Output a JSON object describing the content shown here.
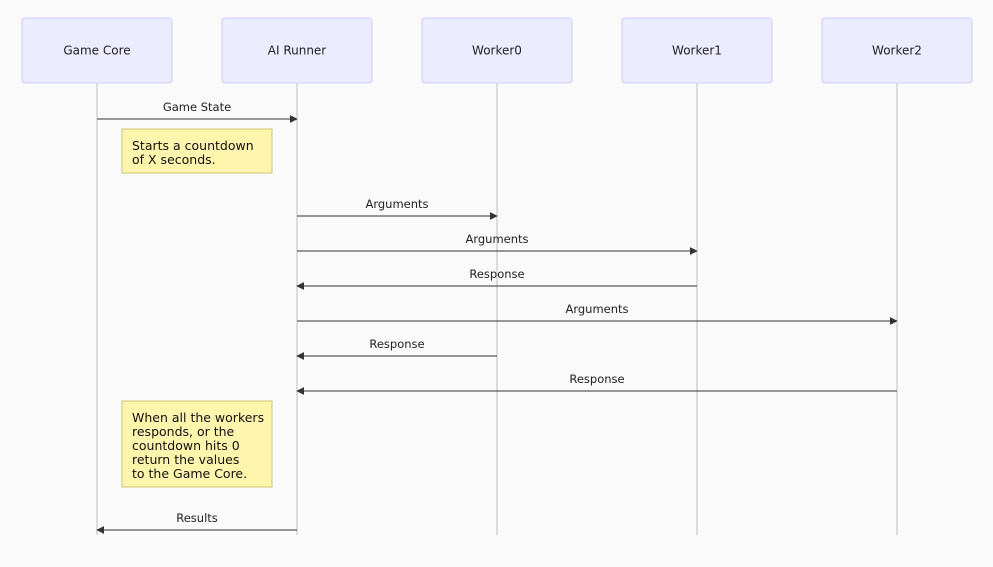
{
  "diagram": {
    "type": "sequence",
    "colors": {
      "actor_fill": "#ececff",
      "actor_border": "#ccccff",
      "note_fill": "#fff5ad",
      "note_border": "#c8c86e",
      "lifeline": "#bdbdbd",
      "arrow": "#333333",
      "background": "#fafafa"
    },
    "participants": [
      {
        "id": "core",
        "label": "Game Core"
      },
      {
        "id": "runner",
        "label": "AI Runner"
      },
      {
        "id": "w0",
        "label": "Worker0"
      },
      {
        "id": "w1",
        "label": "Worker1"
      },
      {
        "id": "w2",
        "label": "Worker2"
      }
    ],
    "steps": [
      {
        "kind": "message",
        "from": "core",
        "to": "runner",
        "label": "Game State"
      },
      {
        "kind": "note",
        "over": "core",
        "lines": [
          "Starts a countdown",
          "of X seconds."
        ]
      },
      {
        "kind": "message",
        "from": "runner",
        "to": "w0",
        "label": "Arguments"
      },
      {
        "kind": "message",
        "from": "runner",
        "to": "w1",
        "label": "Arguments"
      },
      {
        "kind": "message",
        "from": "w1",
        "to": "runner",
        "label": "Response"
      },
      {
        "kind": "message",
        "from": "runner",
        "to": "w2",
        "label": "Arguments"
      },
      {
        "kind": "message",
        "from": "w0",
        "to": "runner",
        "label": "Response"
      },
      {
        "kind": "message",
        "from": "w2",
        "to": "runner",
        "label": "Response"
      },
      {
        "kind": "note",
        "over": "core",
        "lines": [
          "When all the workers",
          "responds, or the",
          "countdown hits 0",
          "return the values",
          "to the Game Core."
        ]
      },
      {
        "kind": "message",
        "from": "runner",
        "to": "core",
        "label": "Results"
      }
    ]
  }
}
